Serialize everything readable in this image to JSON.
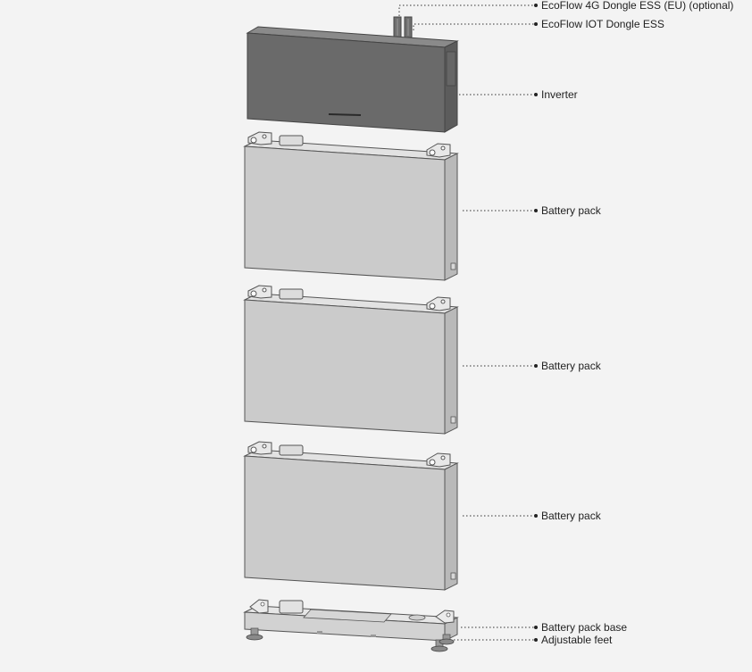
{
  "labels": {
    "dongle_4g": "EcoFlow 4G Dongle ESS (EU) (optional)",
    "dongle_iot": "EcoFlow IOT Dongle ESS",
    "inverter": "Inverter",
    "battery_pack_1": "Battery pack",
    "battery_pack_2": "Battery pack",
    "battery_pack_3": "Battery pack",
    "battery_base": "Battery pack base",
    "feet": "Adjustable feet"
  },
  "colors": {
    "background": "#f3f3f3",
    "inverter": "#6a6a6a",
    "battery": "#cbcbcb",
    "outline": "#555555",
    "leader": "#333333"
  }
}
